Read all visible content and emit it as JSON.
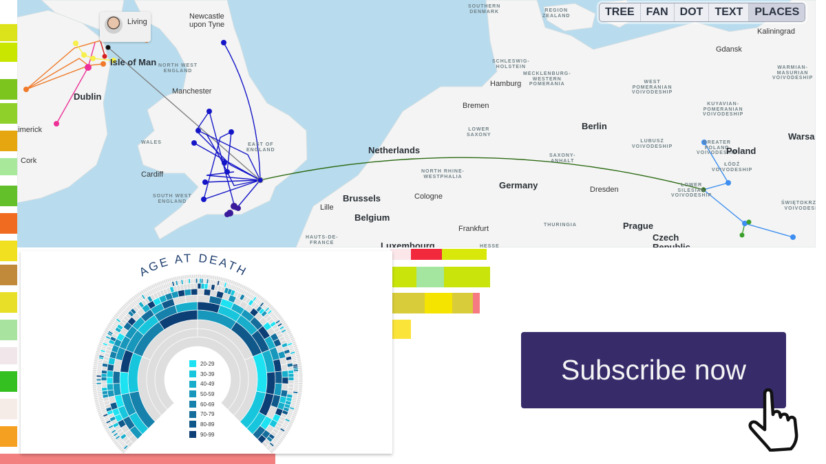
{
  "view_tabs": [
    {
      "label": "TREE",
      "active": false
    },
    {
      "label": "FAN",
      "active": false
    },
    {
      "label": "DOT",
      "active": false
    },
    {
      "label": "TEXT",
      "active": false
    },
    {
      "label": "PLACES",
      "active": true
    }
  ],
  "map": {
    "popup": {
      "label": "Living",
      "icon": "person-photo"
    },
    "labels": {
      "newcastle": "Newcastle\nupon Tyne",
      "isle_of_man": "Isle of Man",
      "nw_england": "NORTH WEST\nENGLAND",
      "manchester": "Manchester",
      "dublin": "Dublin",
      "limerick": "Limerick",
      "cork": "Cork",
      "wales": "WALES",
      "cardiff": "Cardiff",
      "sw_england": "SOUTH WEST\nENGLAND",
      "east_england": "EAST OF\nENGLAND",
      "southern_denmark": "SOUTHERN\nDENMARK",
      "region_zealand": "REGION\nZEALAND",
      "schleswig": "SCHLESWIG-\nHOLSTEIN",
      "hamburg": "Hamburg",
      "mecklenburg": "MECKLENBURG-\nWESTERN\nPOMERANIA",
      "bremen": "Bremen",
      "lower_saxony": "LOWER\nSAXONY",
      "netherlands": "Netherlands",
      "nrw": "NORTH RHINE-\nWESTPHALIA",
      "saxony_anhalt": "SAXONY-\nANHALT",
      "germany": "Germany",
      "brussels": "Brussels",
      "lille": "Lille",
      "belgium": "Belgium",
      "cologne": "Cologne",
      "frankfurt": "Frankfurt",
      "hauts_de_france": "HAUTS-DE-\nFRANCE",
      "luxembourg": "Luxembourg",
      "thuringia": "THURINGIA",
      "kaliningrad": "Kaliningrad",
      "gdansk": "Gdansk",
      "warmian": "WARMIAN-\nMASURIAN\nVOIVODESHIP",
      "west_pomeranian": "WEST\nPOMERANIAN\nVOIVODESHIP",
      "kuyavian": "KUYAVIAN-\nPOMERANIAN\nVOIVODESHIP",
      "berlin": "Berlin",
      "lubusz": "LUBUSZ\nVOIVODESHIP",
      "greater_poland": "GREATER\nPOLAND\nVOIVODESHIP",
      "poland": "Poland",
      "warsaw": "Warsa",
      "lodz": "ŁÓDŹ\nVOIVODESHIP",
      "dresden": "Dresden",
      "lower_silesian": "LOWER\nSILESIAN\nVOIVODESHIP",
      "swietokrzyskie": "ŚWIĘTOKRZYSK\nVOIVODESHIP",
      "prague": "Prague",
      "czech": "Czech\nRepublic",
      "hesse": "HESSE"
    },
    "colors": {
      "sea": "#b8dcee",
      "land": "#f3f4f3"
    },
    "route_colors": {
      "orange": "#f07a2a",
      "yellow": "#f7ef4a",
      "pink": "#ee2f97",
      "red": "#d42020",
      "grey": "#808080",
      "blue": "#1515c8",
      "purple": "#3a1a9a",
      "green": "#2d6a14",
      "lightblue": "#3d8ef0",
      "lightgreen": "#3aa02a"
    }
  },
  "fan_chart": {
    "title": "AGE AT DEATH",
    "legend": [
      {
        "label": "20-29",
        "color": "#1de2f2"
      },
      {
        "label": "30-39",
        "color": "#17c6dc"
      },
      {
        "label": "40-49",
        "color": "#18aecb"
      },
      {
        "label": "50-59",
        "color": "#1797bb"
      },
      {
        "label": "60-69",
        "color": "#1681ab"
      },
      {
        "label": "70-79",
        "color": "#146d9b"
      },
      {
        "label": "80-89",
        "color": "#10588a"
      },
      {
        "label": "90-99",
        "color": "#0c3f75"
      }
    ],
    "empty_color": "#dedede"
  },
  "cta": {
    "label": "Subscribe now",
    "color": "#372b6a"
  }
}
